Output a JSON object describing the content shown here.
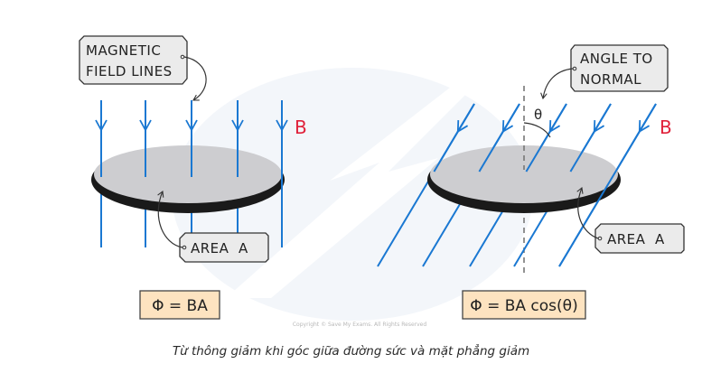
{
  "colors": {
    "field_line": "#1a78d2",
    "b_label": "#e0213a",
    "disc_fill": "#cdcdd0",
    "disc_rim": "#1a1a1a",
    "tag_fill": "#ebebeb",
    "formula_fill": "#fde3c0",
    "normal_line": "#777777",
    "watermark": "#eef3f8"
  },
  "left_diagram": {
    "tag_field_lines": [
      "MAGNETIC",
      "FIELD LINES"
    ],
    "field_label": "B",
    "tag_area": "AREA  A",
    "formula": "Φ = BA",
    "field_line_count": 5,
    "field_direction": "perpendicular to plane"
  },
  "right_diagram": {
    "tag_angle": [
      "ANGLE TO",
      "NORMAL"
    ],
    "angle_symbol": "θ",
    "field_label": "B",
    "tag_area": "AREA  A",
    "formula": "Φ = BA cos(θ)",
    "field_line_count": 5,
    "field_direction": "at angle θ to normal"
  },
  "copyright": "Copyright © Save My Exams. All Rights Reserved",
  "caption": "Từ thông giảm khi góc giữa đường sức và mặt phẳng giảm"
}
